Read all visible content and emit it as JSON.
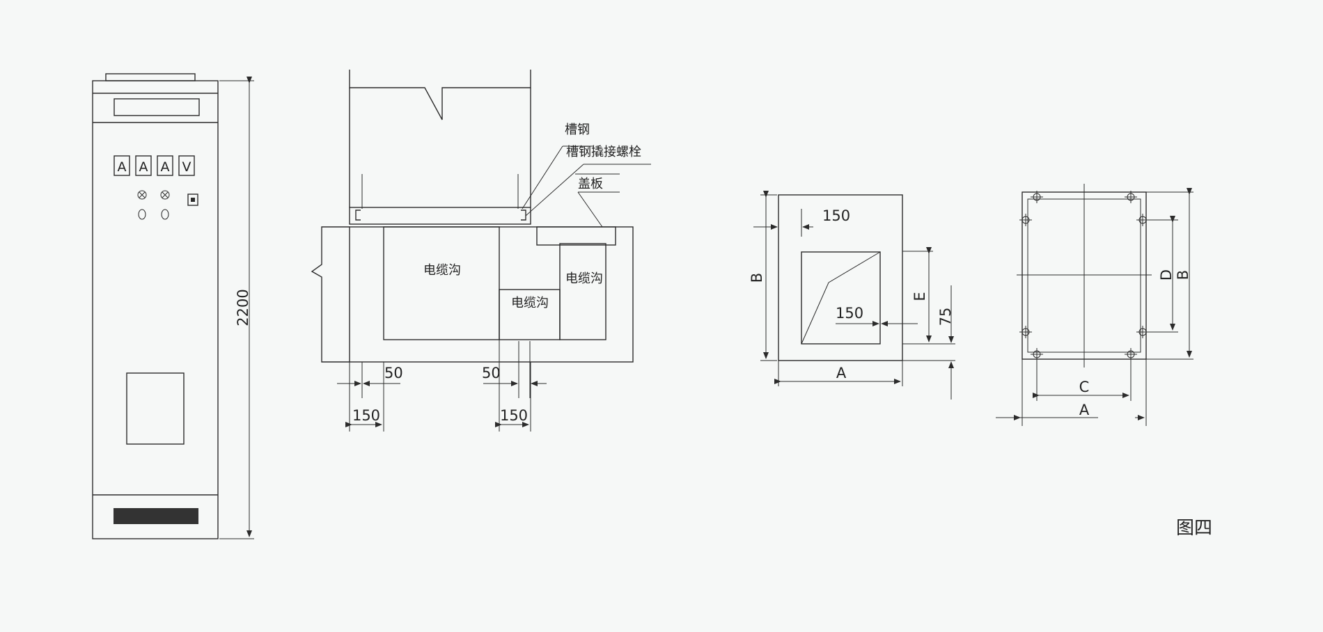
{
  "colors": {
    "background": "#f6f8f7",
    "line": "#2b2b2b",
    "trench_blue": "#b9dde9",
    "cover_yellow": "#fdf3a6",
    "dark_bar": "#333333"
  },
  "cabinet": {
    "meters": [
      "A",
      "A",
      "A",
      "V"
    ],
    "height_dim": "2200"
  },
  "section": {
    "label_channel": "槽钢",
    "label_bolt": "槽钢撬接螺栓",
    "label_cover": "盖板",
    "trench_label_left": "电缆沟",
    "trench_label_center": "电缆沟",
    "trench_label_right": "电缆沟",
    "dim_50_left": "50",
    "dim_50_right": "50",
    "dim_150_left": "150",
    "dim_150_right": "150"
  },
  "opening": {
    "dim_150_top": "150",
    "dim_150_mid": "150",
    "label_b": "B",
    "label_e": "E",
    "label_75": "75",
    "label_a": "A"
  },
  "base": {
    "label_d": "D",
    "label_b": "B",
    "label_c": "C",
    "label_a": "A"
  },
  "figure_caption": "图四"
}
